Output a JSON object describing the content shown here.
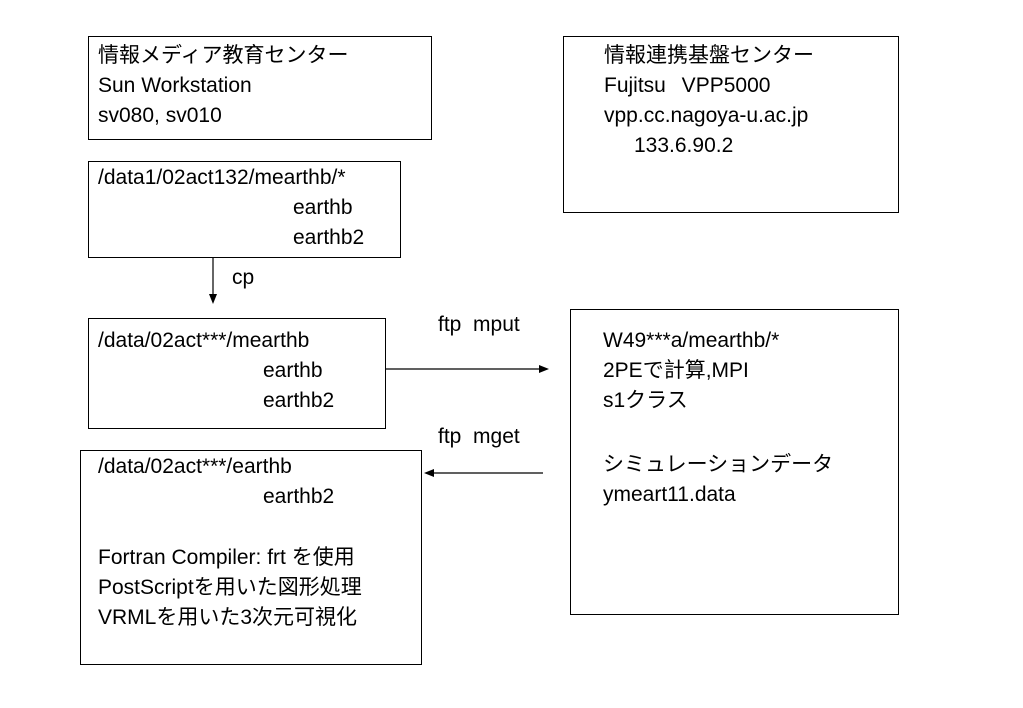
{
  "boxes": {
    "media_center": {
      "lines": [
        "情報メディア教育センター",
        "Sun Workstation",
        "sv080, sv010"
      ]
    },
    "renkei_center": {
      "lines": [
        "情報連携基盤センター",
        "Fujitsu VPP5000",
        "vpp.cc.nagoya-u.ac.jp",
        "133.6.90.2"
      ]
    },
    "source_dir": {
      "lines": [
        "/data1/02act132/mearthb/*",
        "earthb",
        "earthb2"
      ]
    },
    "local_dir": {
      "lines": [
        "/data/02act***/mearthb",
        "earthb",
        "earthb2"
      ]
    },
    "vpp_dir": {
      "lines": [
        "W49***a/mearthb/*",
        "2PEで計算,MPI",
        "s1クラス",
        "シミュレーションデータ",
        "ymeart11.data"
      ]
    },
    "result_dir": {
      "lines": [
        "/data/02act***/earthb",
        "earthb2",
        "Fortran Compiler: frt を使用",
        "PostScriptを用いた図形処理",
        "VRMLを用いた3次元可視化"
      ]
    }
  },
  "arrows": {
    "cp": "cp",
    "ftp_mput": "ftp  mput",
    "ftp_mget": "ftp  mget"
  }
}
